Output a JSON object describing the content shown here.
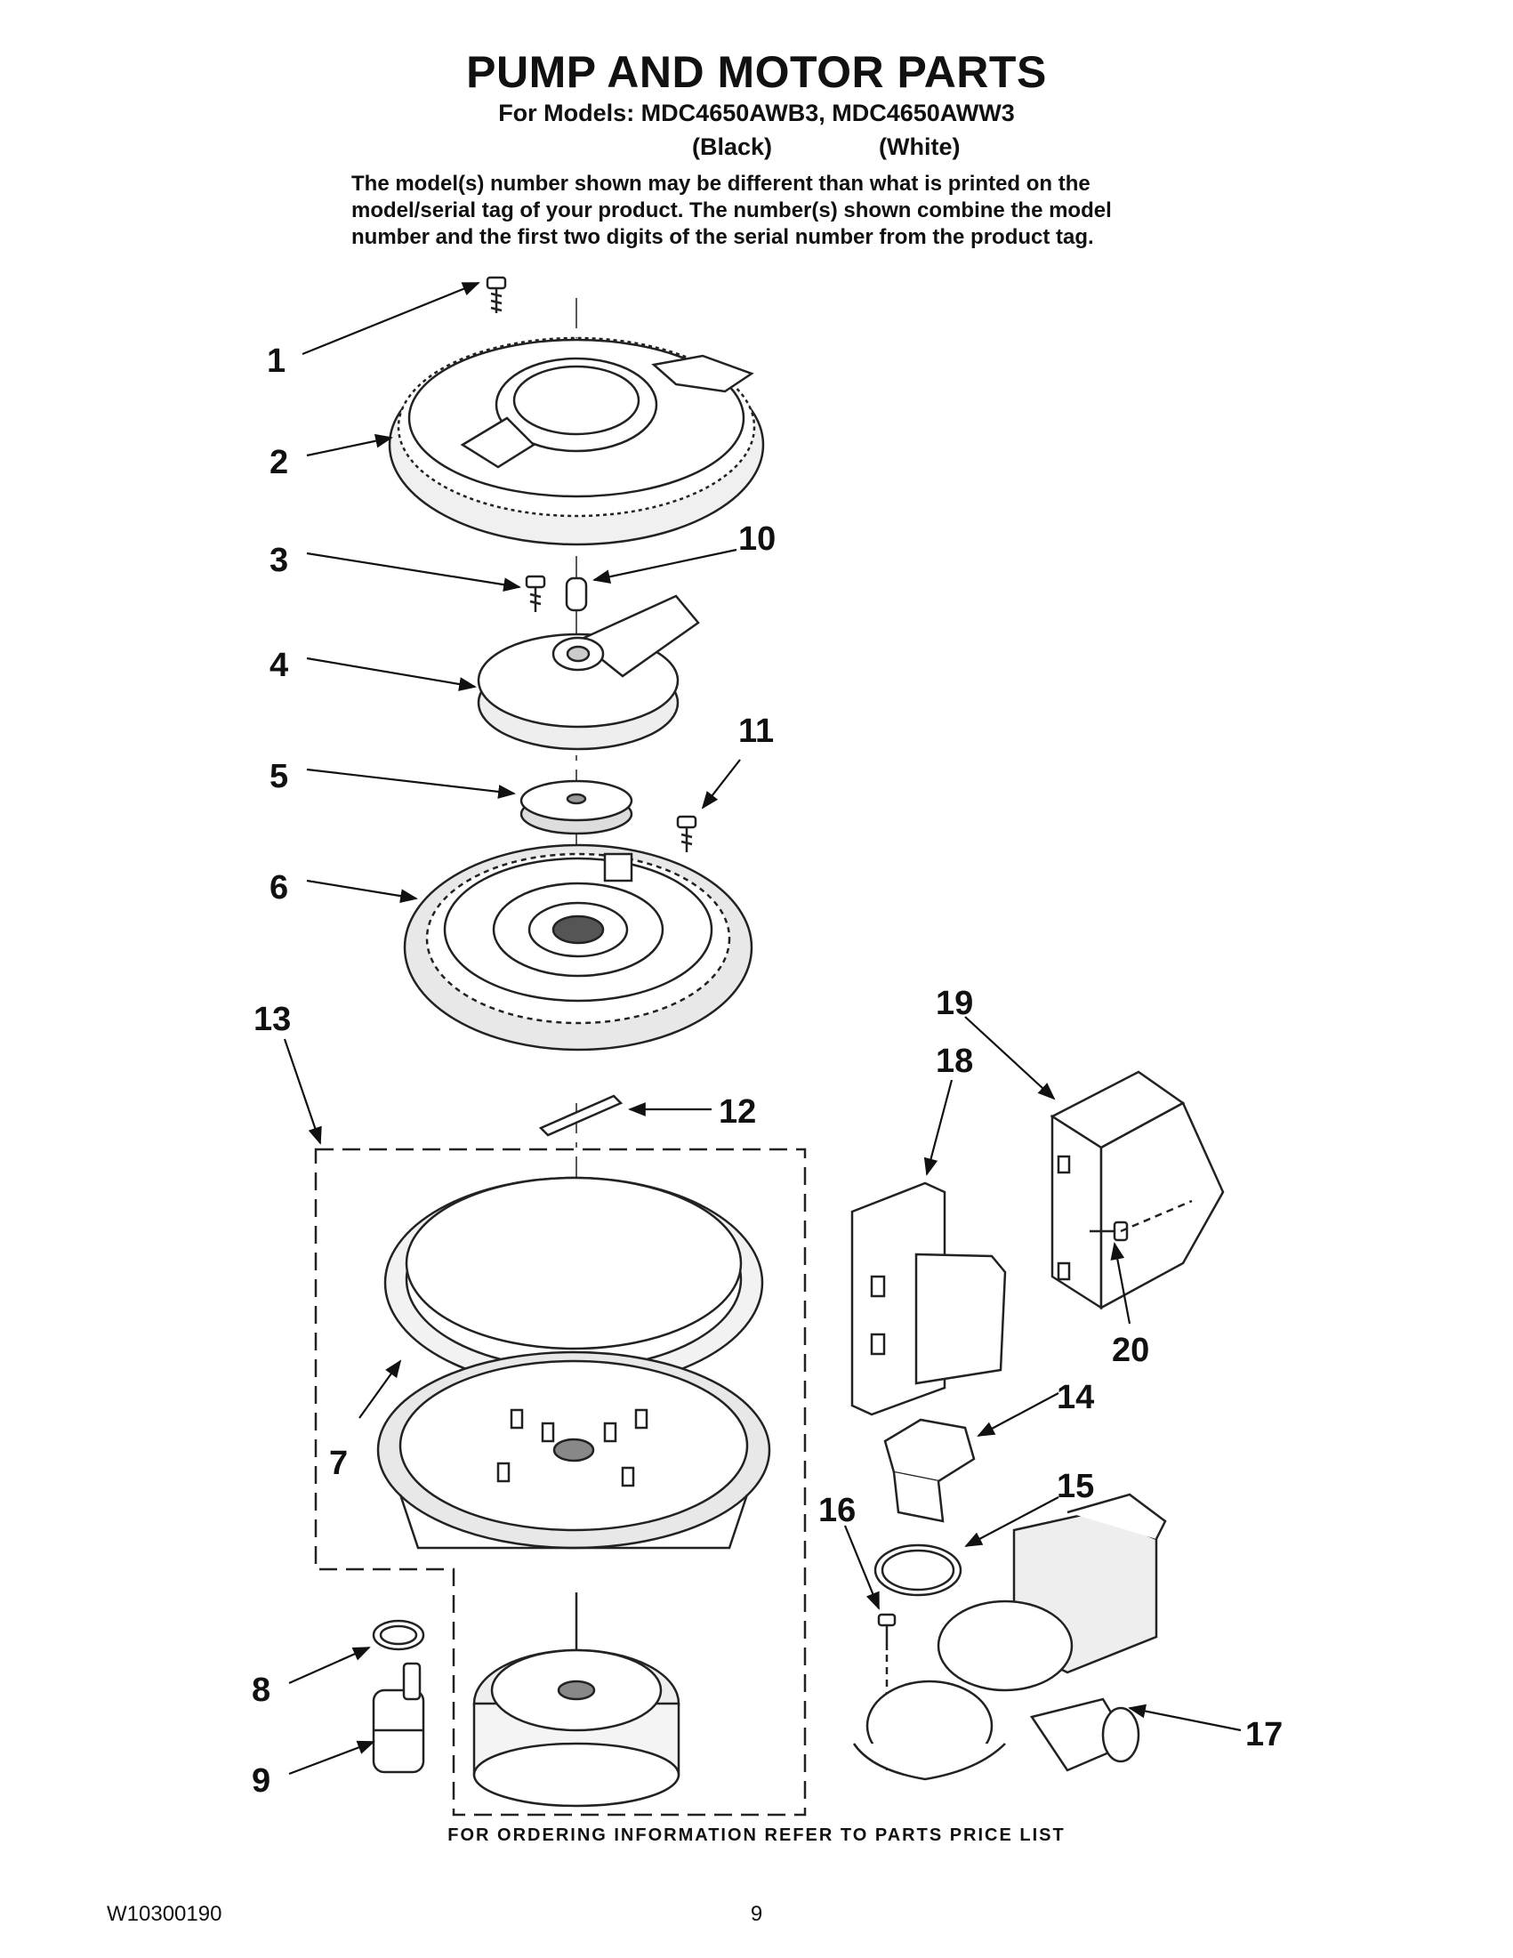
{
  "header": {
    "title": "PUMP AND MOTOR PARTS",
    "models_line": "For Models: MDC4650AWB3, MDC4650AWW3",
    "variant_black": "(Black)",
    "variant_white": "(White)",
    "disclaimer_lines": [
      "The model(s) number shown may be different than what is printed on the",
      "model/serial tag of your product. The number(s) shown combine the model",
      "number and the first two digits of the serial number from the product tag."
    ]
  },
  "callouts": [
    "1",
    "2",
    "3",
    "4",
    "5",
    "6",
    "7",
    "8",
    "9",
    "10",
    "11",
    "12",
    "13",
    "14",
    "15",
    "16",
    "17",
    "18",
    "19",
    "20"
  ],
  "footer": {
    "ordering_note": "FOR ORDERING INFORMATION REFER TO PARTS PRICE LIST",
    "doc_number": "W10300190",
    "page_number": "9"
  }
}
